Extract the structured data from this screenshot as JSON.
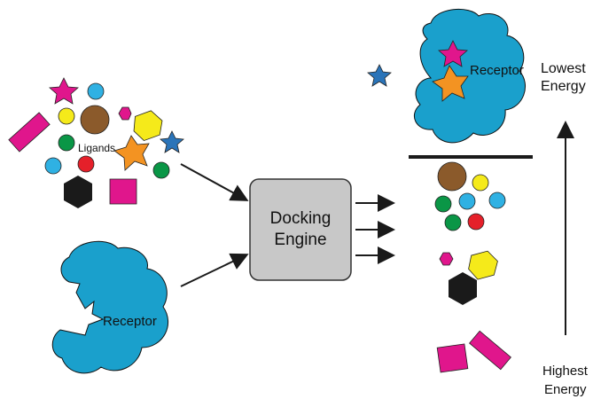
{
  "labels": {
    "ligands": "Ligands",
    "receptor_input": "Receptor",
    "receptor_docked": "Receptor",
    "engine_line1": "Docking",
    "engine_line2": "Engine",
    "lowest_line1": "Lowest",
    "lowest_line2": "Energy",
    "highest_line1": "Highest",
    "highest_line2": "Energy"
  },
  "colors": {
    "receptor": "#1aa0cc",
    "engine_box": "#c8c8c8",
    "magenta": "#e0168c",
    "orange": "#f39322",
    "blue_star": "#2a74b9",
    "brown": "#8b5a2b",
    "yellow": "#f5ea1a",
    "green": "#0a9646",
    "red": "#e5202a",
    "light_blue": "#2fb1e3",
    "black": "#1a1a1a"
  },
  "icons": [
    "star-icon",
    "circle-icon",
    "hexagon-icon",
    "rectangle-icon",
    "square-icon",
    "arrow-icon",
    "receptor-blob-icon"
  ]
}
